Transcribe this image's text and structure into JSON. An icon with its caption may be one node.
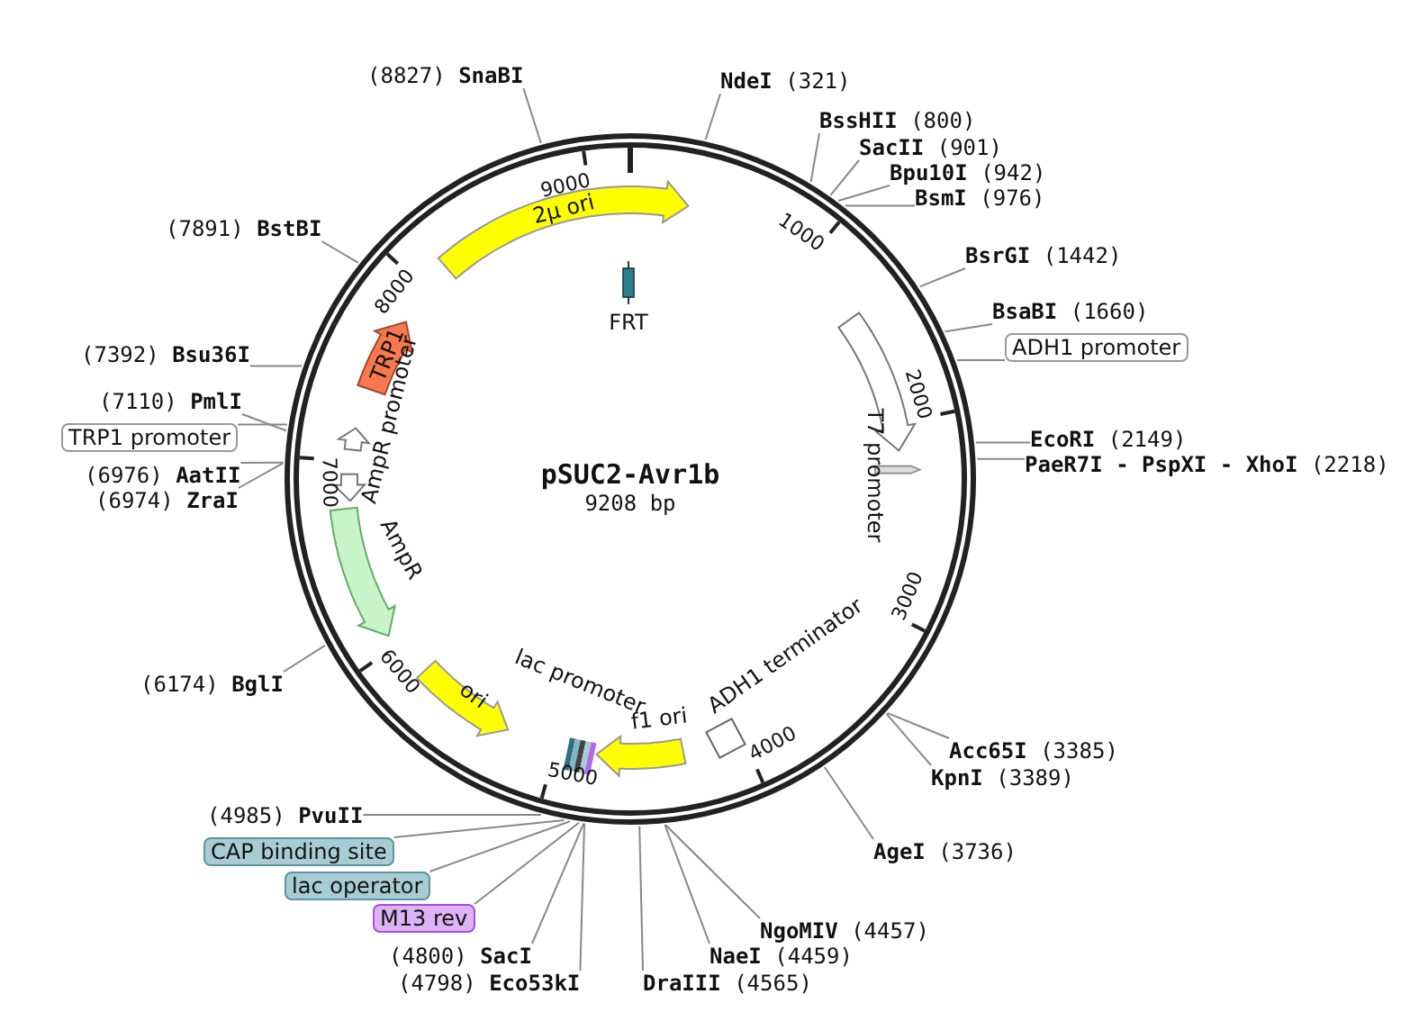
{
  "diagram": {
    "nodes": [
      {
        "text": [
          "(8827) **SnaBI**"
        ]
      },
      {
        "text": [
          "**NdeI** (321)"
        ]
      },
      {
        "text": [
          "**BssHII** (800)"
        ]
      },
      {
        "text": [
          "**SacII** (901)"
        ]
      },
      {
        "text": [
          "**Bpu10I** (942)"
        ]
      },
      {
        "text": [
          "**BsmI** (976)"
        ]
      },
      {
        "text": [
          "**BsrGI** (1442)"
        ]
      },
      {
        "text": [
          "**BsaBI** (1660)"
        ]
      },
      {
        "text": [
          "ADH1 promoter"
        ]
      },
      {
        "text": [
          "**EcoRI** (2149)"
        ]
      },
      {
        "text": [
          "**PaeR7I - PspXI - XhoI** (2218)"
        ]
      },
      {
        "text": [
          "**Acc65I** (3385)"
        ]
      },
      {
        "text": [
          "**KpnI** (3389)"
        ]
      },
      {
        "text": [
          "**AgeI** (3736)"
        ]
      },
      {
        "text": [
          "**NgoMIV** (4457)"
        ]
      },
      {
        "text": [
          "**NaeI** (4459)"
        ]
      },
      {
        "text": [
          "**DraIII** (4565)"
        ]
      },
      {
        "text": [
          "(4798) **Eco53kI**"
        ]
      },
      {
        "text": [
          "(4800) **SacI**"
        ]
      },
      {
        "text": [
          "M13 rev"
        ]
      },
      {
        "text": [
          "lac operator"
        ]
      },
      {
        "text": [
          "CAP binding site"
        ]
      },
      {
        "text": [
          "(4985) **PvuII**"
        ]
      },
      {
        "text": [
          "(6174) **BglI**"
        ]
      },
      {
        "text": [
          "(6976) **AatII**"
        ]
      },
      {
        "text": [
          "(6974) **ZraI**"
        ]
      },
      {
        "text": [
          "TRP1 promoter"
        ]
      },
      {
        "text": [
          "(7110) **PmlI**"
        ]
      },
      {
        "text": [
          "(7392) **Bsu36I**"
        ]
      },
      {
        "text": [
          "(7891) **BstBI**"
        ]
      },
      {
        "text": [
          "2μ ori"
        ]
      },
      {
        "text": [
          "FRT"
        ]
      },
      {
        "text": [
          "TRP1"
        ]
      },
      {
        "text": [
          "AmpR promoter"
        ]
      },
      {
        "text": [
          "AmpR"
        ]
      },
      {
        "text": [
          "ori"
        ]
      },
      {
        "text": [
          "f1 ori"
        ]
      },
      {
        "text": [
          "ADH1 terminator"
        ]
      },
      {
        "text": [
          "T7 promoter"
        ]
      }
    ],
    "edges": [
      {
        "from": 0,
        "to": null,
        "arrow": "none"
      },
      {
        "from": 1,
        "to": null,
        "arrow": "none"
      },
      {
        "from": 2,
        "to": null,
        "arrow": "none"
      },
      {
        "from": 3,
        "to": null,
        "arrow": "none"
      },
      {
        "from": 4,
        "to": null,
        "arrow": "none"
      },
      {
        "from": 5,
        "to": null,
        "arrow": "none"
      },
      {
        "from": 6,
        "to": null,
        "arrow": "none"
      },
      {
        "from": 7,
        "to": null,
        "arrow": "none"
      },
      {
        "from": 8,
        "to": null,
        "arrow": "none"
      },
      {
        "from": 9,
        "to": null,
        "arrow": "none"
      },
      {
        "from": 10,
        "to": null,
        "arrow": "none"
      },
      {
        "from": 11,
        "to": null,
        "arrow": "none"
      },
      {
        "from": 12,
        "to": null,
        "arrow": "none"
      },
      {
        "from": 13,
        "to": null,
        "arrow": "none"
      },
      {
        "from": 14,
        "to": null,
        "arrow": "none"
      },
      {
        "from": 15,
        "to": null,
        "arrow": "none"
      },
      {
        "from": 16,
        "to": null,
        "arrow": "none"
      },
      {
        "from": 17,
        "to": null,
        "arrow": "none"
      },
      {
        "from": 18,
        "to": null,
        "arrow": "none"
      },
      {
        "from": 19,
        "to": null,
        "arrow": "none"
      },
      {
        "from": 20,
        "to": null,
        "arrow": "none"
      },
      {
        "from": 21,
        "to": null,
        "arrow": "none"
      },
      {
        "from": 22,
        "to": null,
        "arrow": "none"
      },
      {
        "from": 23,
        "to": null,
        "arrow": "none"
      },
      {
        "from": 24,
        "to": null,
        "arrow": "none"
      },
      {
        "from": 25,
        "to": null,
        "arrow": "none"
      },
      {
        "from": 26,
        "to": null,
        "arrow": "none"
      },
      {
        "from": 27,
        "to": null,
        "arrow": "none"
      },
      {
        "from": 28,
        "to": null,
        "arrow": "none"
      },
      {
        "from": 29,
        "to": null,
        "arrow": "none"
      }
    ],
    "labels": [
      "pSUC2-Avr1b",
      "9208 bp",
      "1000",
      "2000",
      "3000",
      "4000",
      "5000",
      "6000",
      "7000",
      "8000",
      "9000",
      "lac promoter"
    ]
  }
}
